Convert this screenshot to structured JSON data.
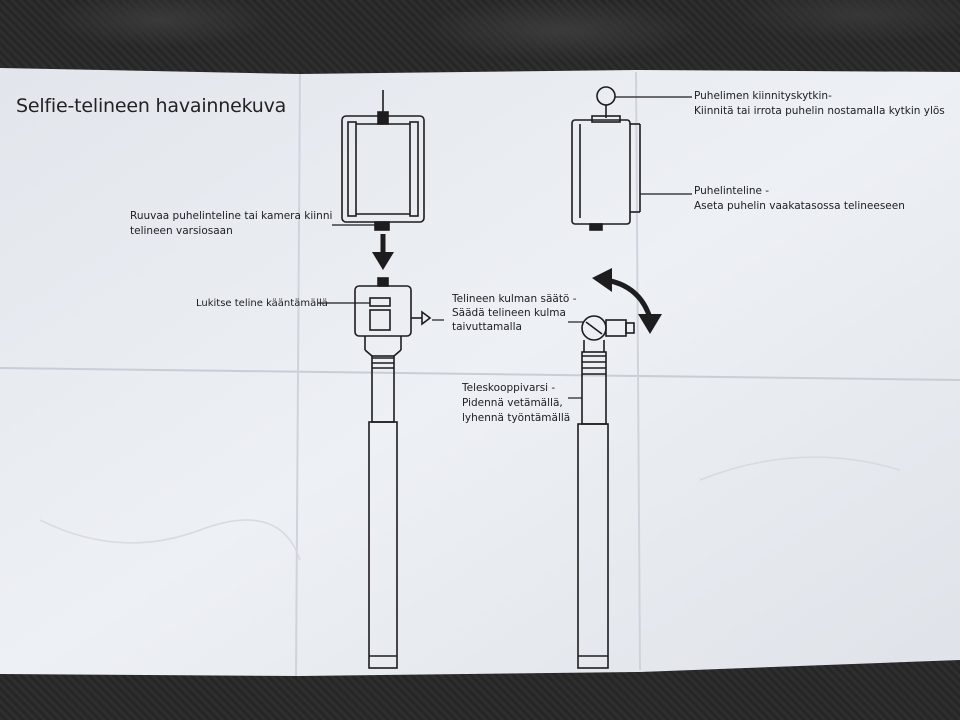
{
  "title": "Selfie-telineen havainnekuva",
  "labels": {
    "screw_mount": [
      "Ruuvaa puhelinteline tai kamera kiinni",
      "telineen varsiosaan"
    ],
    "lock": [
      "Lukitse teline kääntämällä"
    ],
    "angle": [
      "Telineen kulman säätö -",
      "Säädä telineen kulma",
      "taivuttamalla"
    ],
    "telescope": [
      "Teleskooppivarsi -",
      "Pidennä vetämällä,",
      "lyhennä työntämällä"
    ],
    "clip": [
      "Puhelimen kiinnityskytkin-",
      "Kiinnitä tai irrota puhelin nostamalla kytkin ylös"
    ],
    "holder": [
      "Puhelinteline -",
      "Aseta puhelin vaakatasossa telineeseen"
    ]
  },
  "colors": {
    "paper": "#e9ecf0",
    "ink": "#1d1d1f",
    "background": "#2b2b2c"
  }
}
